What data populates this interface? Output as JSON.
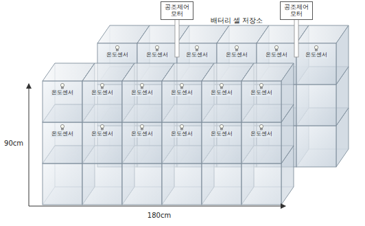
{
  "diagram": {
    "nodes": [
      {
        "text": [
          "공조제어 모터"
        ]
      },
      {
        "text": [
          "공조제어 모터"
        ]
      }
    ],
    "labels": [
      "배터리 셀 저장소",
      "온도센서",
      "온도센서",
      "온도센서",
      "온도센서",
      "온도센서",
      "온도센서",
      "온도센서",
      "온도센서",
      "온도센서",
      "온도센서",
      "온도센서",
      "온도센서",
      "온도센서",
      "온도센서",
      "온도센서",
      "온도센서",
      "온도센서",
      "온도센서",
      "90cm",
      "180cm"
    ]
  }
}
